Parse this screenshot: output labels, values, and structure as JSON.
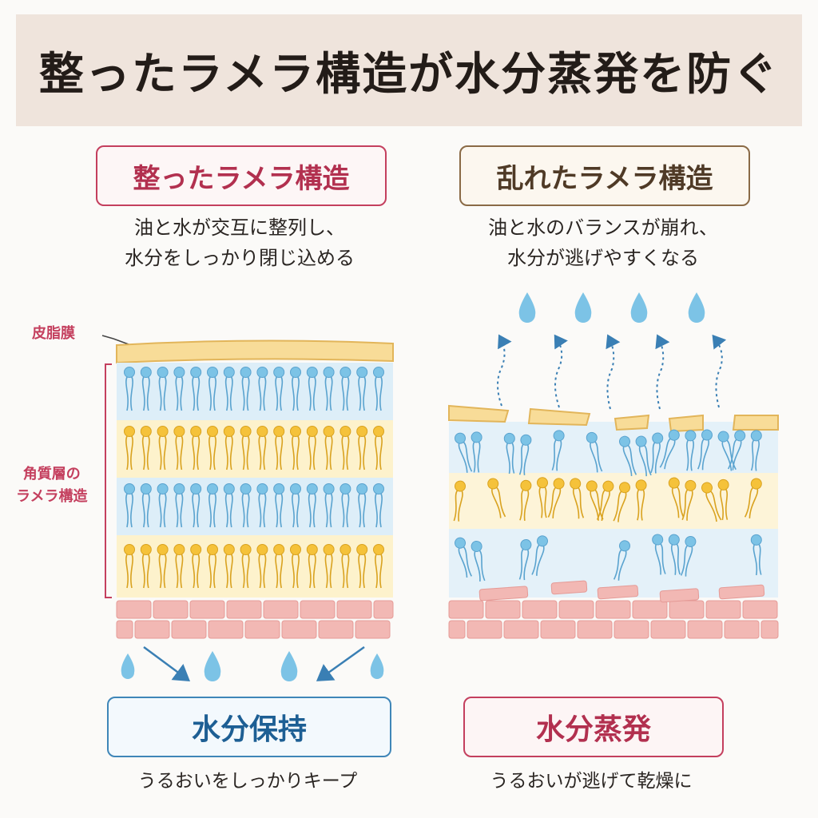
{
  "title": "整ったラメラ構造が水分蒸発を防ぐ",
  "left": {
    "heading": "整ったラメラ構造",
    "desc_line1": "油と水が交互に整列し、",
    "desc_line2": "水分をしっかり閉じ込める",
    "sebum_label": "皮脂膜",
    "layer_label_line1": "角質層の",
    "layer_label_line2": "ラメラ構造",
    "result_heading": "水分保持",
    "result_caption": "うるおいをしっかりキープ"
  },
  "right": {
    "heading": "乱れたラメラ構造",
    "desc_line1": "油と水のバランスが崩れ、",
    "desc_line2": "水分が逃げやすくなる",
    "result_heading": "水分蒸発",
    "result_caption": "うるおいが逃げて乾燥に"
  },
  "colors": {
    "accent_pink": "#c43f5e",
    "water_blue": "#7cc3e6",
    "oil_yellow": "#f5c23a",
    "skin_pink": "#f2b8b4"
  }
}
